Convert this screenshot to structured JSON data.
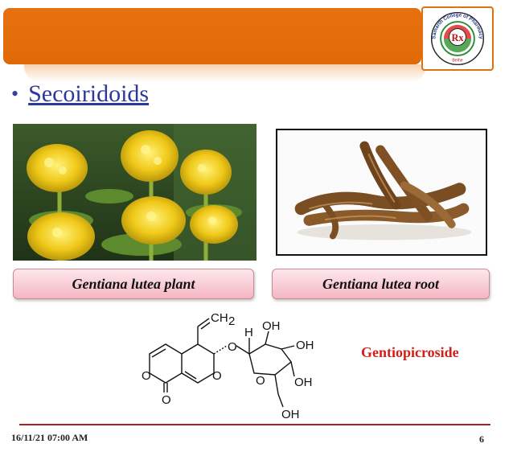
{
  "slide": {
    "bullet_char": "•",
    "heading": "Secoiridoids",
    "captions": {
      "plant": "Gentiana lutea plant",
      "root": "Gentiana lutea root"
    },
    "compound": {
      "name": "Gentiopicroside",
      "labels": {
        "ch2": "CH",
        "ch2_sub": "2",
        "h": "H",
        "oh_top": "OH",
        "oh_right": "OH",
        "oh_lower_right": "OH",
        "oh_bottom": "OH",
        "o_glyco": "O",
        "o_ring_left": "O",
        "o_ring_mid": "O",
        "o_carbonyl": "O",
        "o_sugar": "O"
      }
    },
    "footer": {
      "date": "16/11/21 07:00 AM",
      "page": "6"
    },
    "logo": {
      "text": "Samarth College of Pharmacy",
      "place": "Belhe",
      "symbol": "Rx"
    },
    "colors": {
      "header": "#e06a08",
      "accent_red": "#d0201b",
      "heading": "#2b3a9a"
    }
  }
}
